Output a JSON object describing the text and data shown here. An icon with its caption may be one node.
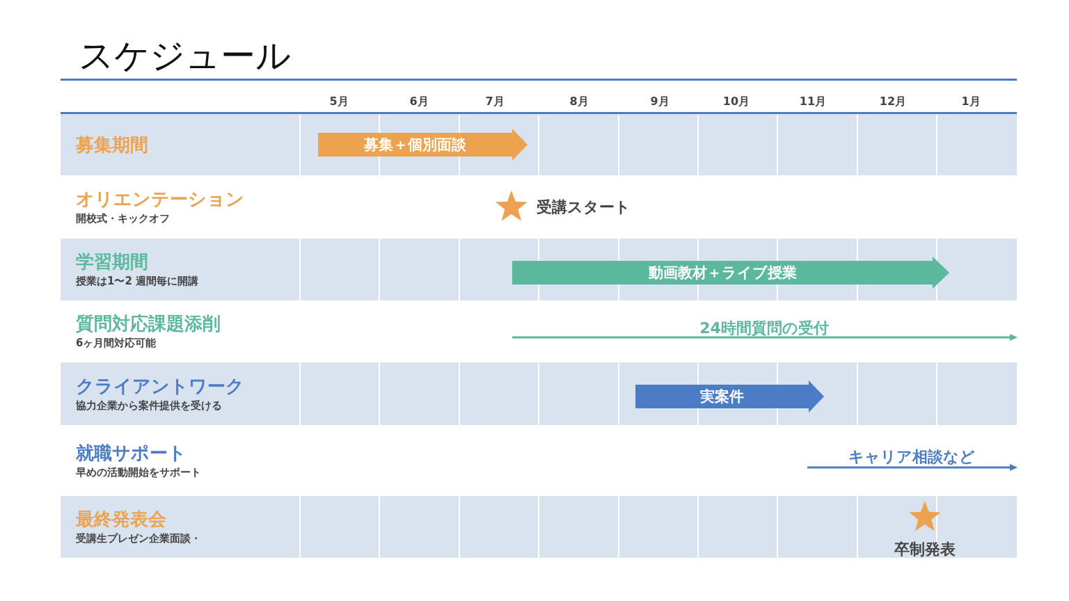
{
  "diagram": {
    "title": "スケジュール",
    "nodes": [
      {
        "text": [
          "募集期間"
        ]
      },
      {
        "text": [
          "募集＋個別面談"
        ],
        "in": 0
      },
      {
        "text": [
          "オリエンテーション",
          "開校式・キックオフ"
        ]
      },
      {
        "text": [],
        "shape": "star",
        "beside": [
          "受講スタート"
        ],
        "in": 2
      },
      {
        "text": [
          "学習期間",
          "授業は1〜2 週間毎に開講"
        ]
      },
      {
        "text": [
          "動画教材＋ライブ授業"
        ],
        "in": 4
      },
      {
        "text": [
          "質問対応課題添削",
          "6ヶ月間対応可能"
        ]
      },
      {
        "text": [
          "クライアントワーク",
          "協力企業から案件提供を受ける"
        ]
      },
      {
        "text": [
          "実案件"
        ],
        "in": 7
      },
      {
        "text": [
          "就職サポート",
          "早めの活動開始をサポート"
        ]
      },
      {
        "text": [
          "最終発表会",
          "受講生プレゼン企業面談・"
        ]
      },
      {
        "text": [],
        "shape": "star",
        "beside": [
          "卒制発表"
        ],
        "in": 10
      }
    ],
    "labels": [
      "5月",
      "6月",
      "7月",
      "8月",
      "9月",
      "10月",
      "11月",
      "12月",
      "1月",
      "24時間質問の受付",
      "キャリア相談など"
    ]
  }
}
